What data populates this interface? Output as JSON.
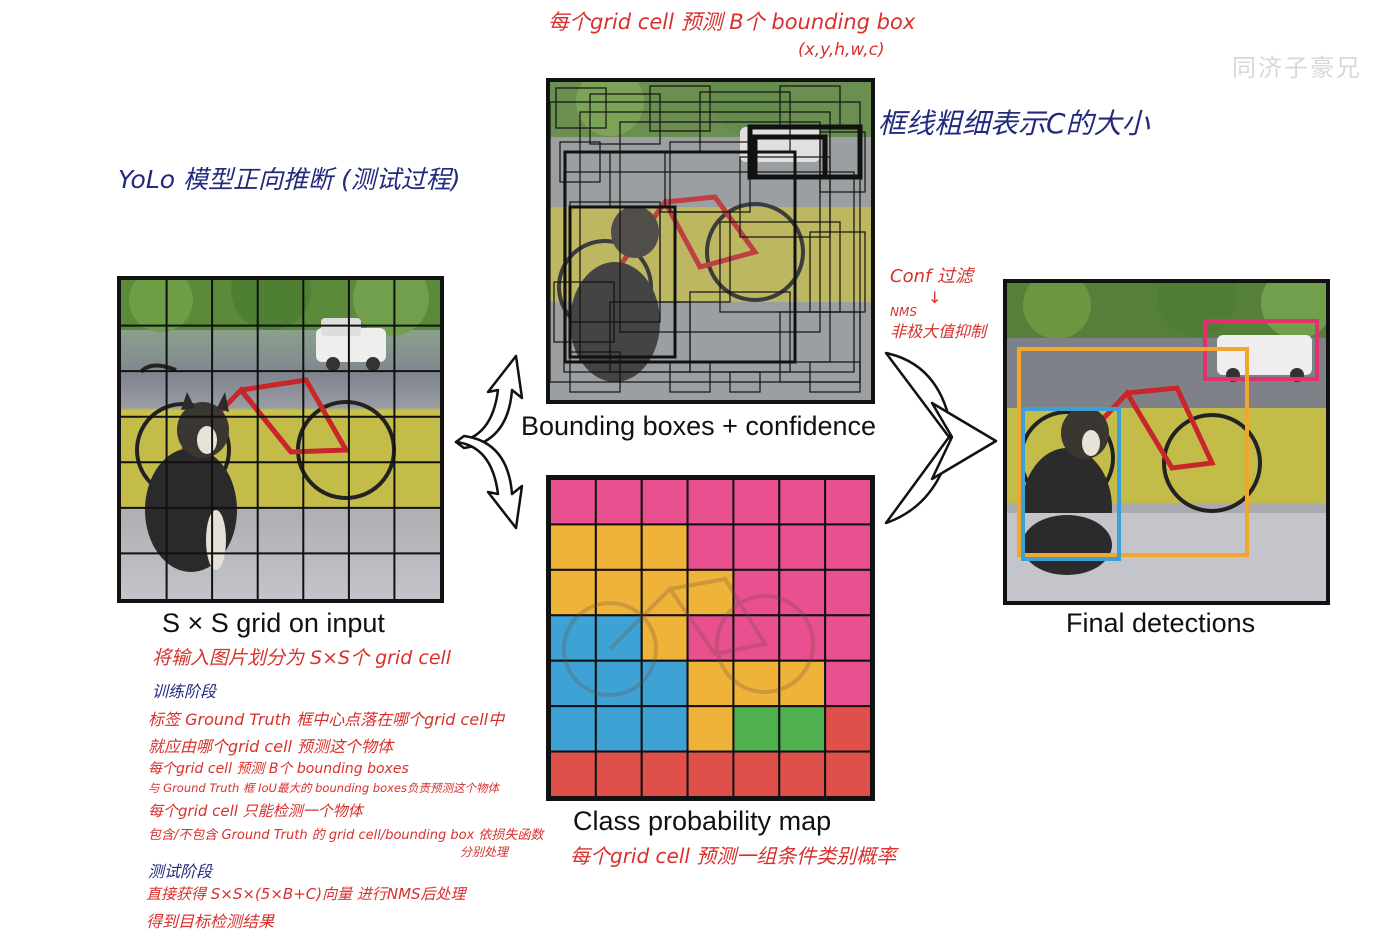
{
  "top_note": {
    "line1": "每个grid cell 预测 B个 bounding box",
    "line2": "(x,y,h,w,c)"
  },
  "box_note": "框线粗细表示C的大小",
  "title_note": "YoLo 模型正向推断 (测试过程)",
  "conf_note": {
    "line1": "Conf 过滤",
    "arrow": "↓",
    "line2": "NMS",
    "line3": "非极大值抑制"
  },
  "captions": {
    "input": "S × S grid on input",
    "boxes": "Bounding boxes + confidence",
    "class_map": "Class probability map",
    "final": "Final detections"
  },
  "input_notes": {
    "split": "将输入图片划分为 S×S个 grid cell",
    "train_header": "训练阶段",
    "train_lines": [
      "标签 Ground Truth 框中心点落在哪个grid cell中",
      "就应由哪个grid cell 预测这个物体",
      "每个grid cell 预测 B个 bounding boxes",
      "与 Ground Truth 框 IoU最大的 bounding boxes负责预测这个物体",
      "每个grid cell 只能检测一个物体",
      "包含/不包含 Ground Truth 的 grid cell/bounding box 依损失函数",
      "分别处理"
    ],
    "test_header": "测试阶段",
    "test_lines": [
      "直接获得 S×S×(5×B+C)向量 进行NMS后处理",
      "得到目标检测结果"
    ]
  },
  "class_note": "每个grid cell 预测一组条件类别概率",
  "watermark": "同济子豪兄",
  "colors": {
    "note_red": "#d9302c",
    "note_navy": "#232a7d",
    "class_pink": "#e8508f",
    "class_yellow": "#f0b33a",
    "class_blue": "#3fa2d4",
    "class_green": "#4fb050",
    "class_red": "#e0504a",
    "det_pink": "#e0306e",
    "det_orange": "#f3a62b",
    "det_blue": "#3aa1d8"
  },
  "class_grid": [
    [
      "pink",
      "pink",
      "pink",
      "pink",
      "pink",
      "pink",
      "pink"
    ],
    [
      "yellow",
      "yellow",
      "yellow",
      "pink",
      "pink",
      "pink",
      "pink"
    ],
    [
      "yellow",
      "yellow",
      "yellow",
      "yellow",
      "pink",
      "pink",
      "pink"
    ],
    [
      "blue",
      "blue",
      "yellow",
      "pink",
      "pink",
      "pink",
      "pink"
    ],
    [
      "blue",
      "blue",
      "blue",
      "yellow",
      "yellow",
      "yellow",
      "pink"
    ],
    [
      "blue",
      "blue",
      "blue",
      "yellow",
      "green",
      "green",
      "red"
    ],
    [
      "red",
      "red",
      "red",
      "red",
      "red",
      "red",
      "red"
    ]
  ]
}
